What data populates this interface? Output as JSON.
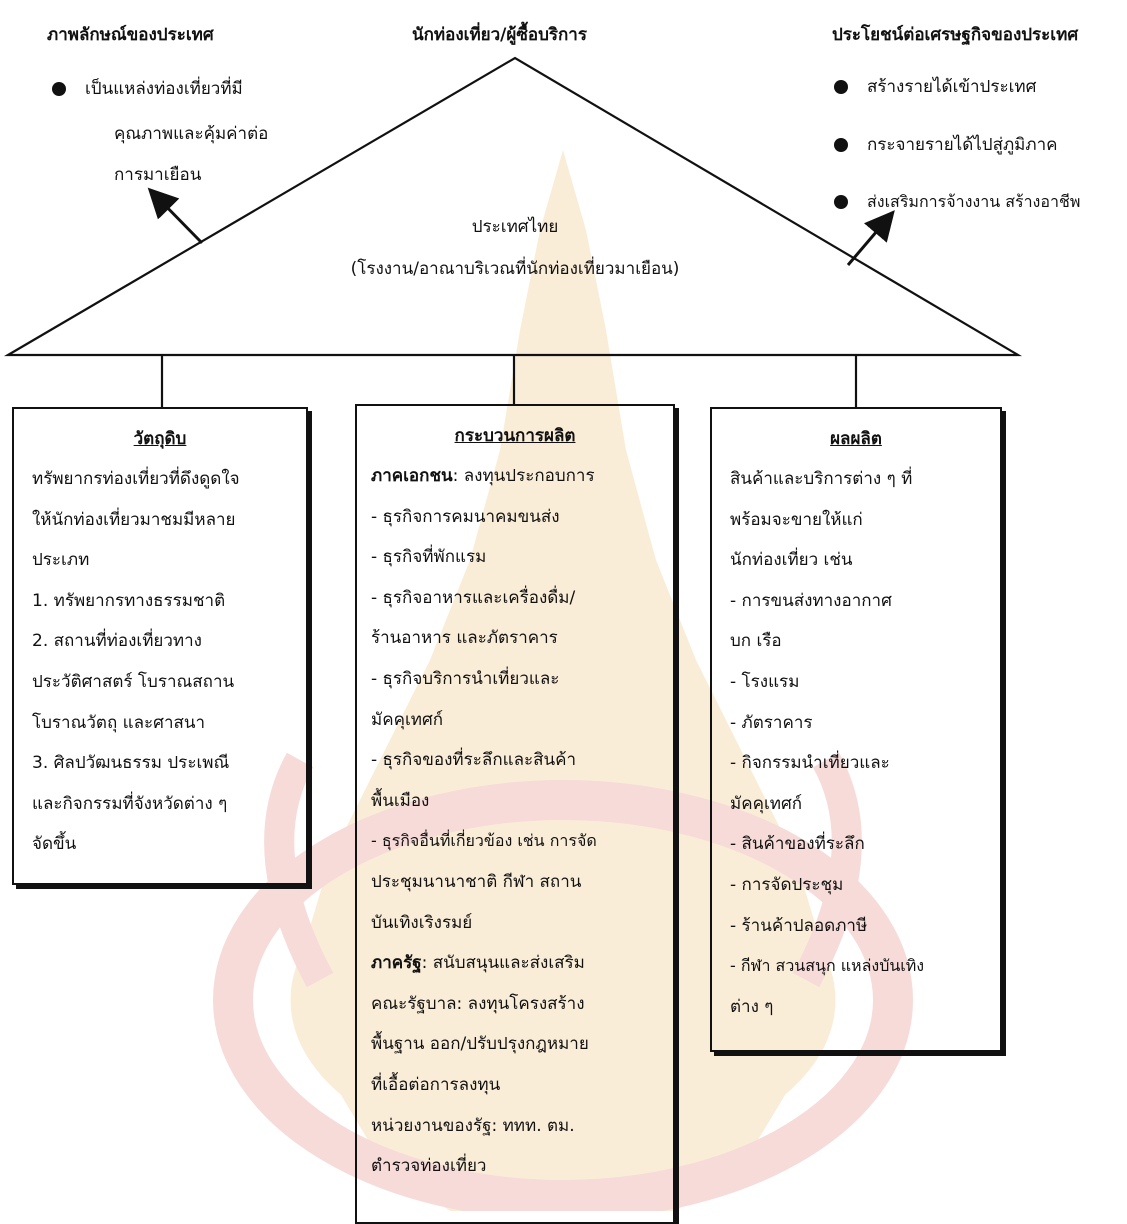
{
  "top": {
    "image_label": "ภาพลักษณ์ของประเทศ",
    "tourist_label": "นักท่องเที่ยว/ผู้ซื้อบริการ",
    "economy_label": "ประโยชน์ต่อเศรษฐกิจของประเทศ"
  },
  "image_bullets": [
    "เป็นแหล่งท่องเที่ยวที่มี",
    "คุณภาพและคุ้มค่าต่อ",
    "การมาเยือน"
  ],
  "economy_bullets": [
    "สร้างรายได้เข้าประเทศ",
    "กระจายรายได้ไปสู่ภูมิภาค",
    "ส่งเสริมการจ้างงาน สร้างอาชีพ"
  ],
  "roof": {
    "line1": "ประเทศไทย",
    "line2": "(โรงงาน/อาณาบริเวณที่นักท่องเที่ยวมาเยือน)"
  },
  "raw": {
    "title": "วัตถุดิบ",
    "lines": [
      "ทรัพยากรท่องเที่ยวที่ดึงดูดใจ",
      "ให้นักท่องเที่ยวมาชมมีหลาย",
      "ประเภท",
      "1. ทรัพยากรทางธรรมชาติ",
      "2. สถานที่ท่องเที่ยวทาง",
      "ประวัติศาสตร์ โบราณสถาน",
      "โบราณวัตถุ และศาสนา",
      "3. ศิลปวัฒนธรรม ประเพณี",
      "และกิจกรรมที่จังหวัดต่าง ๆ",
      "จัดขึ้น"
    ]
  },
  "process": {
    "title": "กระบวนการผลิต",
    "private_label": "ภาคเอกชน",
    "private_rest": ": ลงทุนประกอบการ",
    "lines_a": [
      "- ธุรกิจการคมนาคมขนส่ง",
      "- ธุรกิจที่พักแรม",
      "- ธุรกิจอาหารและเครื่องดื่ม/",
      "ร้านอาหาร และภัตราคาร",
      "- ธุรกิจบริการนำเที่ยวและ",
      "มัคคุเทศก์",
      "- ธุรกิจของที่ระลึกและสินค้า",
      "พื้นเมือง",
      "- ธุรกิจอื่นที่เกี่ยวข้อง เช่น การจัด",
      "ประชุมนานาชาติ กีฬา สถาน",
      "บันเทิงเริงรมย์"
    ],
    "state_label": "ภาครัฐ",
    "state_rest": ": สนับสนุนและส่งเสริม",
    "lines_b": [
      "คณะรัฐบาล: ลงทุนโครงสร้าง",
      "พื้นฐาน ออก/ปรับปรุงกฎหมาย",
      "ที่เอื้อต่อการลงทุน",
      "หน่วยงานของรัฐ: ททท. ตม.",
      "ตำรวจท่องเที่ยว"
    ]
  },
  "product": {
    "title": "ผลผลิต",
    "lines": [
      "สินค้าและบริการต่าง ๆ ที่",
      "พร้อมจะขายให้แก่",
      "นักท่องเที่ยว เช่น",
      "- การขนส่งทางอากาศ",
      "บก เรือ",
      "- โรงแรม",
      "- ภัตราคาร",
      "- กิจกรรมนำเที่ยวและ",
      "มัคคุเทศก์",
      "- สินค้าของที่ระลึก",
      "- การจัดประชุม",
      "- ร้านค้าปลอดภาษี",
      "- กีฬา สวนสนุก แหล่งบันเทิง",
      "ต่าง ๆ"
    ]
  }
}
